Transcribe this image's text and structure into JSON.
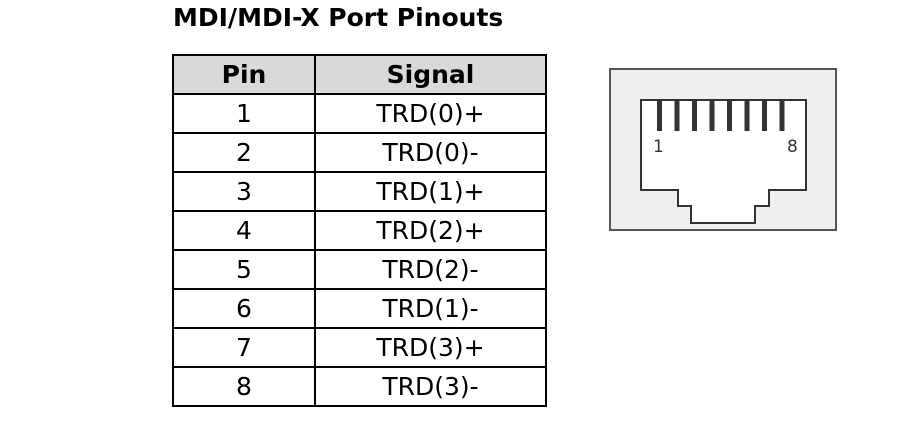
{
  "title": "MDI/MDI-X Port Pinouts",
  "table": {
    "headers": {
      "pin": "Pin",
      "signal": "Signal"
    },
    "rows": [
      {
        "pin": "1",
        "signal": "TRD(0)+"
      },
      {
        "pin": "2",
        "signal": "TRD(0)-"
      },
      {
        "pin": "3",
        "signal": "TRD(1)+"
      },
      {
        "pin": "4",
        "signal": "TRD(2)+"
      },
      {
        "pin": "5",
        "signal": "TRD(2)-"
      },
      {
        "pin": "6",
        "signal": "TRD(1)-"
      },
      {
        "pin": "7",
        "signal": "TRD(3)+"
      },
      {
        "pin": "8",
        "signal": "TRD(3)-"
      }
    ]
  },
  "connector": {
    "icon": "rj45-port-icon",
    "pin_first_label": "1",
    "pin_last_label": "8",
    "pin_count": 8,
    "background": "#efefef",
    "stroke": "#333333"
  }
}
